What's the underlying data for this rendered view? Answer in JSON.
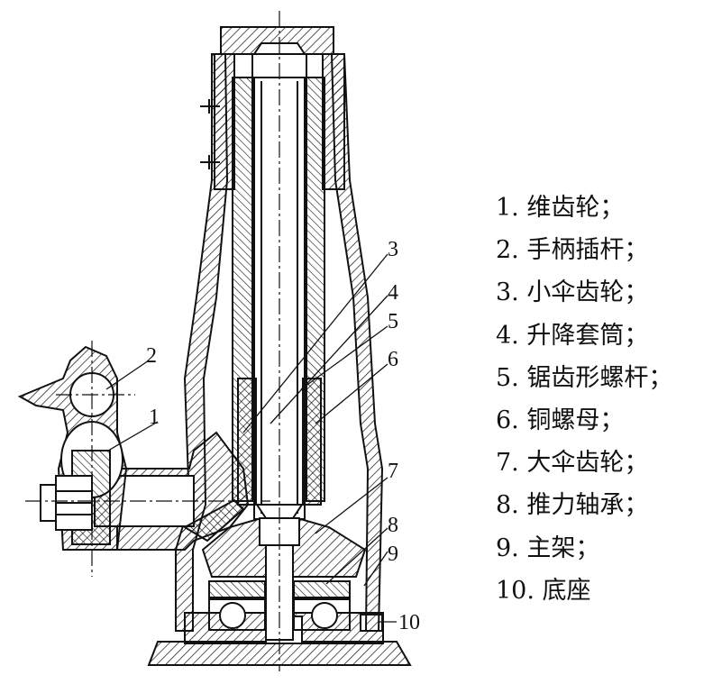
{
  "callouts": [
    "1",
    "2",
    "3",
    "4",
    "5",
    "6",
    "7",
    "8",
    "9",
    "10"
  ],
  "legend": [
    "1. 维齿轮；",
    "2. 手柄插杆；",
    "3. 小伞齿轮；",
    "4. 升降套筒；",
    "5. 锯齿形螺杆；",
    "6. 铜螺母；",
    "7. 大伞齿轮；",
    "8. 推力轴承；",
    "9. 主架；",
    "10. 底座"
  ]
}
